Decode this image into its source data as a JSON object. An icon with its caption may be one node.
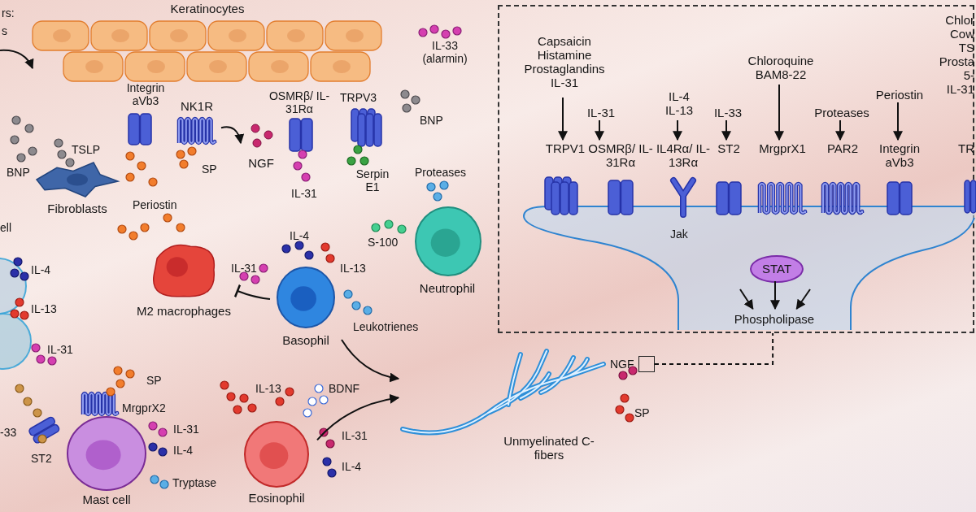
{
  "diagram": {
    "nodes": [
      {
        "text": [
          "Keratinocytes"
        ]
      },
      {
        "text": [
          "NK1R"
        ]
      },
      {
        "text": [
          "NGF"
        ]
      },
      {
        "text": [
          "Fibroblasts"
        ]
      },
      {
        "text": [
          "M2 macrophages"
        ]
      },
      {
        "text": [
          "Basophil"
        ]
      },
      {
        "text": [
          "Neutrophil"
        ]
      },
      {
        "text": [
          "Mast cell"
        ]
      },
      {
        "text": [
          "Eosinophil"
        ]
      },
      {
        "text": [
          "Unmyelinated C-fibers"
        ]
      },
      {
        "text": [],
        "shape": "box"
      },
      {
        "text": [],
        "shape": "box"
      },
      {
        "text": [
          "Capsaicin",
          "Histamine",
          "Prostaglandins",
          "IL-31"
        ],
        "in": 11
      },
      {
        "text": [
          "TRPV1"
        ],
        "in": 11
      },
      {
        "text": [
          "IL-31"
        ],
        "in": 11
      },
      {
        "text": [
          "OSMRβ/ IL-31Rα"
        ],
        "in": 11
      },
      {
        "text": [
          "IL-4",
          "IL-13"
        ],
        "in": 11
      },
      {
        "text": [
          "IL4Rα/ IL-13Rα"
        ],
        "in": 11,
        "beside": [
          "Jak"
        ]
      },
      {
        "text": [
          "IL-33"
        ],
        "in": 11
      },
      {
        "text": [
          "ST2"
        ],
        "in": 11
      },
      {
        "text": [
          "Chloroquine",
          "BAM8-22"
        ],
        "in": 11
      },
      {
        "text": [
          "MrgprX1"
        ],
        "in": 11
      },
      {
        "text": [
          "Proteases"
        ],
        "in": 11
      },
      {
        "text": [
          "PAR2"
        ],
        "in": 11
      },
      {
        "text": [
          "Periostin"
        ],
        "in": 11
      },
      {
        "text": [
          "Integrin aVb3"
        ],
        "in": 11
      },
      {
        "text": [
          "STAT"
        ],
        "in": 11
      },
      {
        "text": [
          "Phospholipase"
        ],
        "in": 11
      },
      {
        "text": [
          "Chlor",
          "Cow",
          "TS",
          "Prosta",
          "5-",
          "IL-31"
        ],
        "in": 11
      },
      {
        "text": [
          "TR"
        ],
        "in": 11
      }
    ],
    "edges": [
      {
        "from": null,
        "to": 0,
        "arrow": "to"
      },
      {
        "from": 1,
        "to": 2,
        "arrow": "to"
      },
      {
        "from": 5,
        "to": 4,
        "arrow": "other"
      },
      {
        "from": 5,
        "to": 9,
        "arrow": "to"
      },
      {
        "from": 8,
        "to": 9,
        "arrow": "to"
      },
      {
        "from": 10,
        "to": 11,
        "arrow": "none",
        "style": "dashed"
      },
      {
        "from": 12,
        "to": 13,
        "arrow": "to"
      },
      {
        "from": 14,
        "to": 15,
        "arrow": "to"
      },
      {
        "from": 16,
        "to": 17,
        "arrow": "to"
      },
      {
        "from": 18,
        "to": 19,
        "arrow": "to"
      },
      {
        "from": 20,
        "to": 21,
        "arrow": "to"
      },
      {
        "from": 22,
        "to": 23,
        "arrow": "to"
      },
      {
        "from": 24,
        "to": 25,
        "arrow": "to"
      },
      {
        "from": null,
        "to": 27,
        "arrow": "to"
      },
      {
        "from": 26,
        "to": 27,
        "arrow": "to"
      },
      {
        "from": null,
        "to": 27,
        "arrow": "to"
      }
    ],
    "labels": [
      "rs:",
      "s",
      "IL-33 (alarmin)",
      "Integrin aVb3",
      "OSMRβ/ IL-31Rα",
      "TRPV3",
      "BNP",
      "TSLP",
      "BNP",
      "SP",
      "Serpin E1",
      "Proteases",
      "IL-31",
      "Periostin",
      "ell",
      "IL-4",
      "S-100",
      "IL-4",
      "IL-31",
      "IL-13",
      "IL-13",
      "Leukotrienes",
      "IL-31",
      "NGF",
      "SP",
      "IL-13",
      "BDNF",
      "MrgprX2",
      "SP",
      "-33",
      "IL-31",
      "IL-31",
      "ST2",
      "IL-4",
      "IL-4",
      "Tryptase"
    ]
  }
}
